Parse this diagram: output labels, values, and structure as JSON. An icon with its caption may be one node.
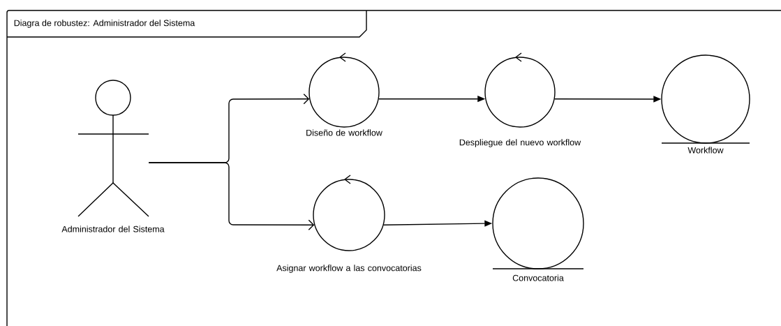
{
  "diagram": {
    "title": "Diagra de robustez: Administrador del Sistema",
    "nodes": [
      {
        "text": [
          "Administrador del Sistema"
        ]
      },
      {
        "text": [
          "Diseño de workflow"
        ]
      },
      {
        "text": [
          "Despliegue del nuevo workflow"
        ]
      },
      {
        "text": [
          "Workflow"
        ]
      },
      {
        "text": [
          "Asignar workflow a las convocatorias"
        ]
      },
      {
        "text": [
          "Convocatoria"
        ]
      }
    ],
    "edges": [
      {
        "from": 0,
        "to": 1,
        "arrow": "to"
      },
      {
        "from": 0,
        "to": 4,
        "arrow": "to"
      },
      {
        "from": 1,
        "to": 2,
        "arrow": "to"
      },
      {
        "from": 2,
        "to": 3,
        "arrow": "to"
      },
      {
        "from": 4,
        "to": 5,
        "arrow": "to"
      }
    ]
  }
}
